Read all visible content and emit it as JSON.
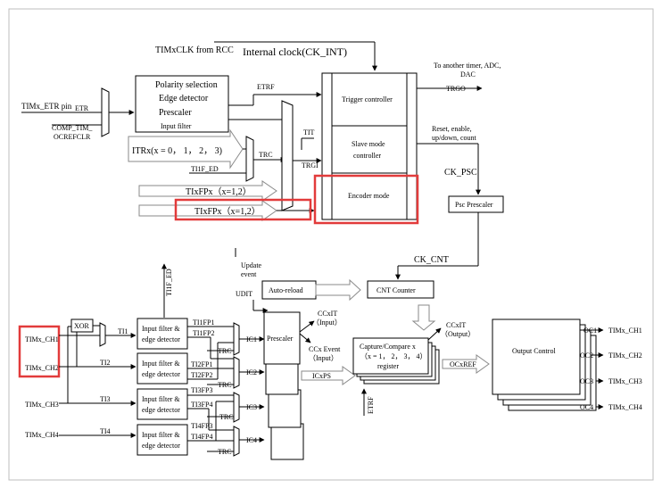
{
  "top": {
    "timxclk": "TIMxCLK from RCC",
    "internal_clock": "Internal clock(CK_INT)",
    "to_another": "To another timer, ADC,",
    "to_another2": "DAC",
    "timx_etr_pin": "TIMx_ETR pin",
    "etr": "ETR",
    "comp": "COMP_TIM_",
    "ocrefclr": "OCREFCLR",
    "polarity": "Polarity selection",
    "edge": "Edge detector",
    "prescaler": "Prescaler",
    "input_filter": "Input filter",
    "etrf": "ETRF",
    "trgo": "TRGO",
    "itr": "ITRx(x = 0， 1， 2， 3)",
    "trc": "TRC",
    "ti1f_ed": "TI1F_ED",
    "tit": "TIT",
    "trgi": "TRGI",
    "tixfpx1": "TIxFPx（x=1,2）",
    "tixfpx2": "TIxFPx（x=1,2）",
    "trigger_ctrl": "Trigger controller",
    "slave1": "Slave mode",
    "slave2": "controller",
    "encoder": "Encoder mode",
    "reset": "Reset, enable,",
    "updown": "up/down, count",
    "ck_psc": "CK_PSC",
    "psc_prescaler": "Psc Prescaler",
    "ck_cnt": "CK_CNT"
  },
  "bottom": {
    "ti1f_ed_v": "TI1F_ED",
    "update": "Update",
    "event": "event",
    "udit": "UDIT",
    "auto_reload": "Auto-reload",
    "cnt_counter": "CNT Counter",
    "xor": "XOR",
    "ch1": "TIMx_CH1",
    "ch2": "TIMx_CH2",
    "ch3": "TIMx_CH3",
    "ch4": "TIMx_CH4",
    "ti1": "TI1",
    "ti2": "TI2",
    "ti3": "TI3",
    "ti4": "TI4",
    "filter1": "Input filter &",
    "filter2": "edge detector",
    "ti1fp1": "TI1FP1",
    "ti1fp2": "TI1FP2",
    "ti2fp1": "TI2FP1",
    "ti2fp2": "TI2FP2",
    "ti3fp3": "TI3FP3",
    "ti3fp4": "TI3FP4",
    "ti4fp3": "TI4FP3",
    "ti4fp4": "TI4FP4",
    "trc": "TRC",
    "ic1": "IC1",
    "ic2": "IC2",
    "ic3": "IC3",
    "ic4": "IC4",
    "prescaler": "Prescaler",
    "ccxit_input": "CCxIT",
    "input_paren": "（Input）",
    "ccx_event": "CCx Event",
    "input_paren2": "（Input）",
    "icxps": "ICxPS",
    "ccxit_output": "CCxIT",
    "output_paren": "（Output）",
    "capture1": "Capture/Compare x",
    "capture2": "（x = 1， 2， 3， 4）",
    "capture3": "register",
    "ocxref": "OCxREF",
    "etrf_v": "ETRF",
    "output_control": "Output Control",
    "oc1": "OC1",
    "oc2": "OC2",
    "oc3": "OC3",
    "oc4": "OC4",
    "out_ch1": "TIMx_CH1",
    "out_ch2": "TIMx_CH2",
    "out_ch3": "TIMx_CH3",
    "out_ch4": "TIMx_CH4"
  },
  "colors": {
    "highlight": "#e23b3b",
    "hollow_arrow": "#8a8a8a"
  }
}
